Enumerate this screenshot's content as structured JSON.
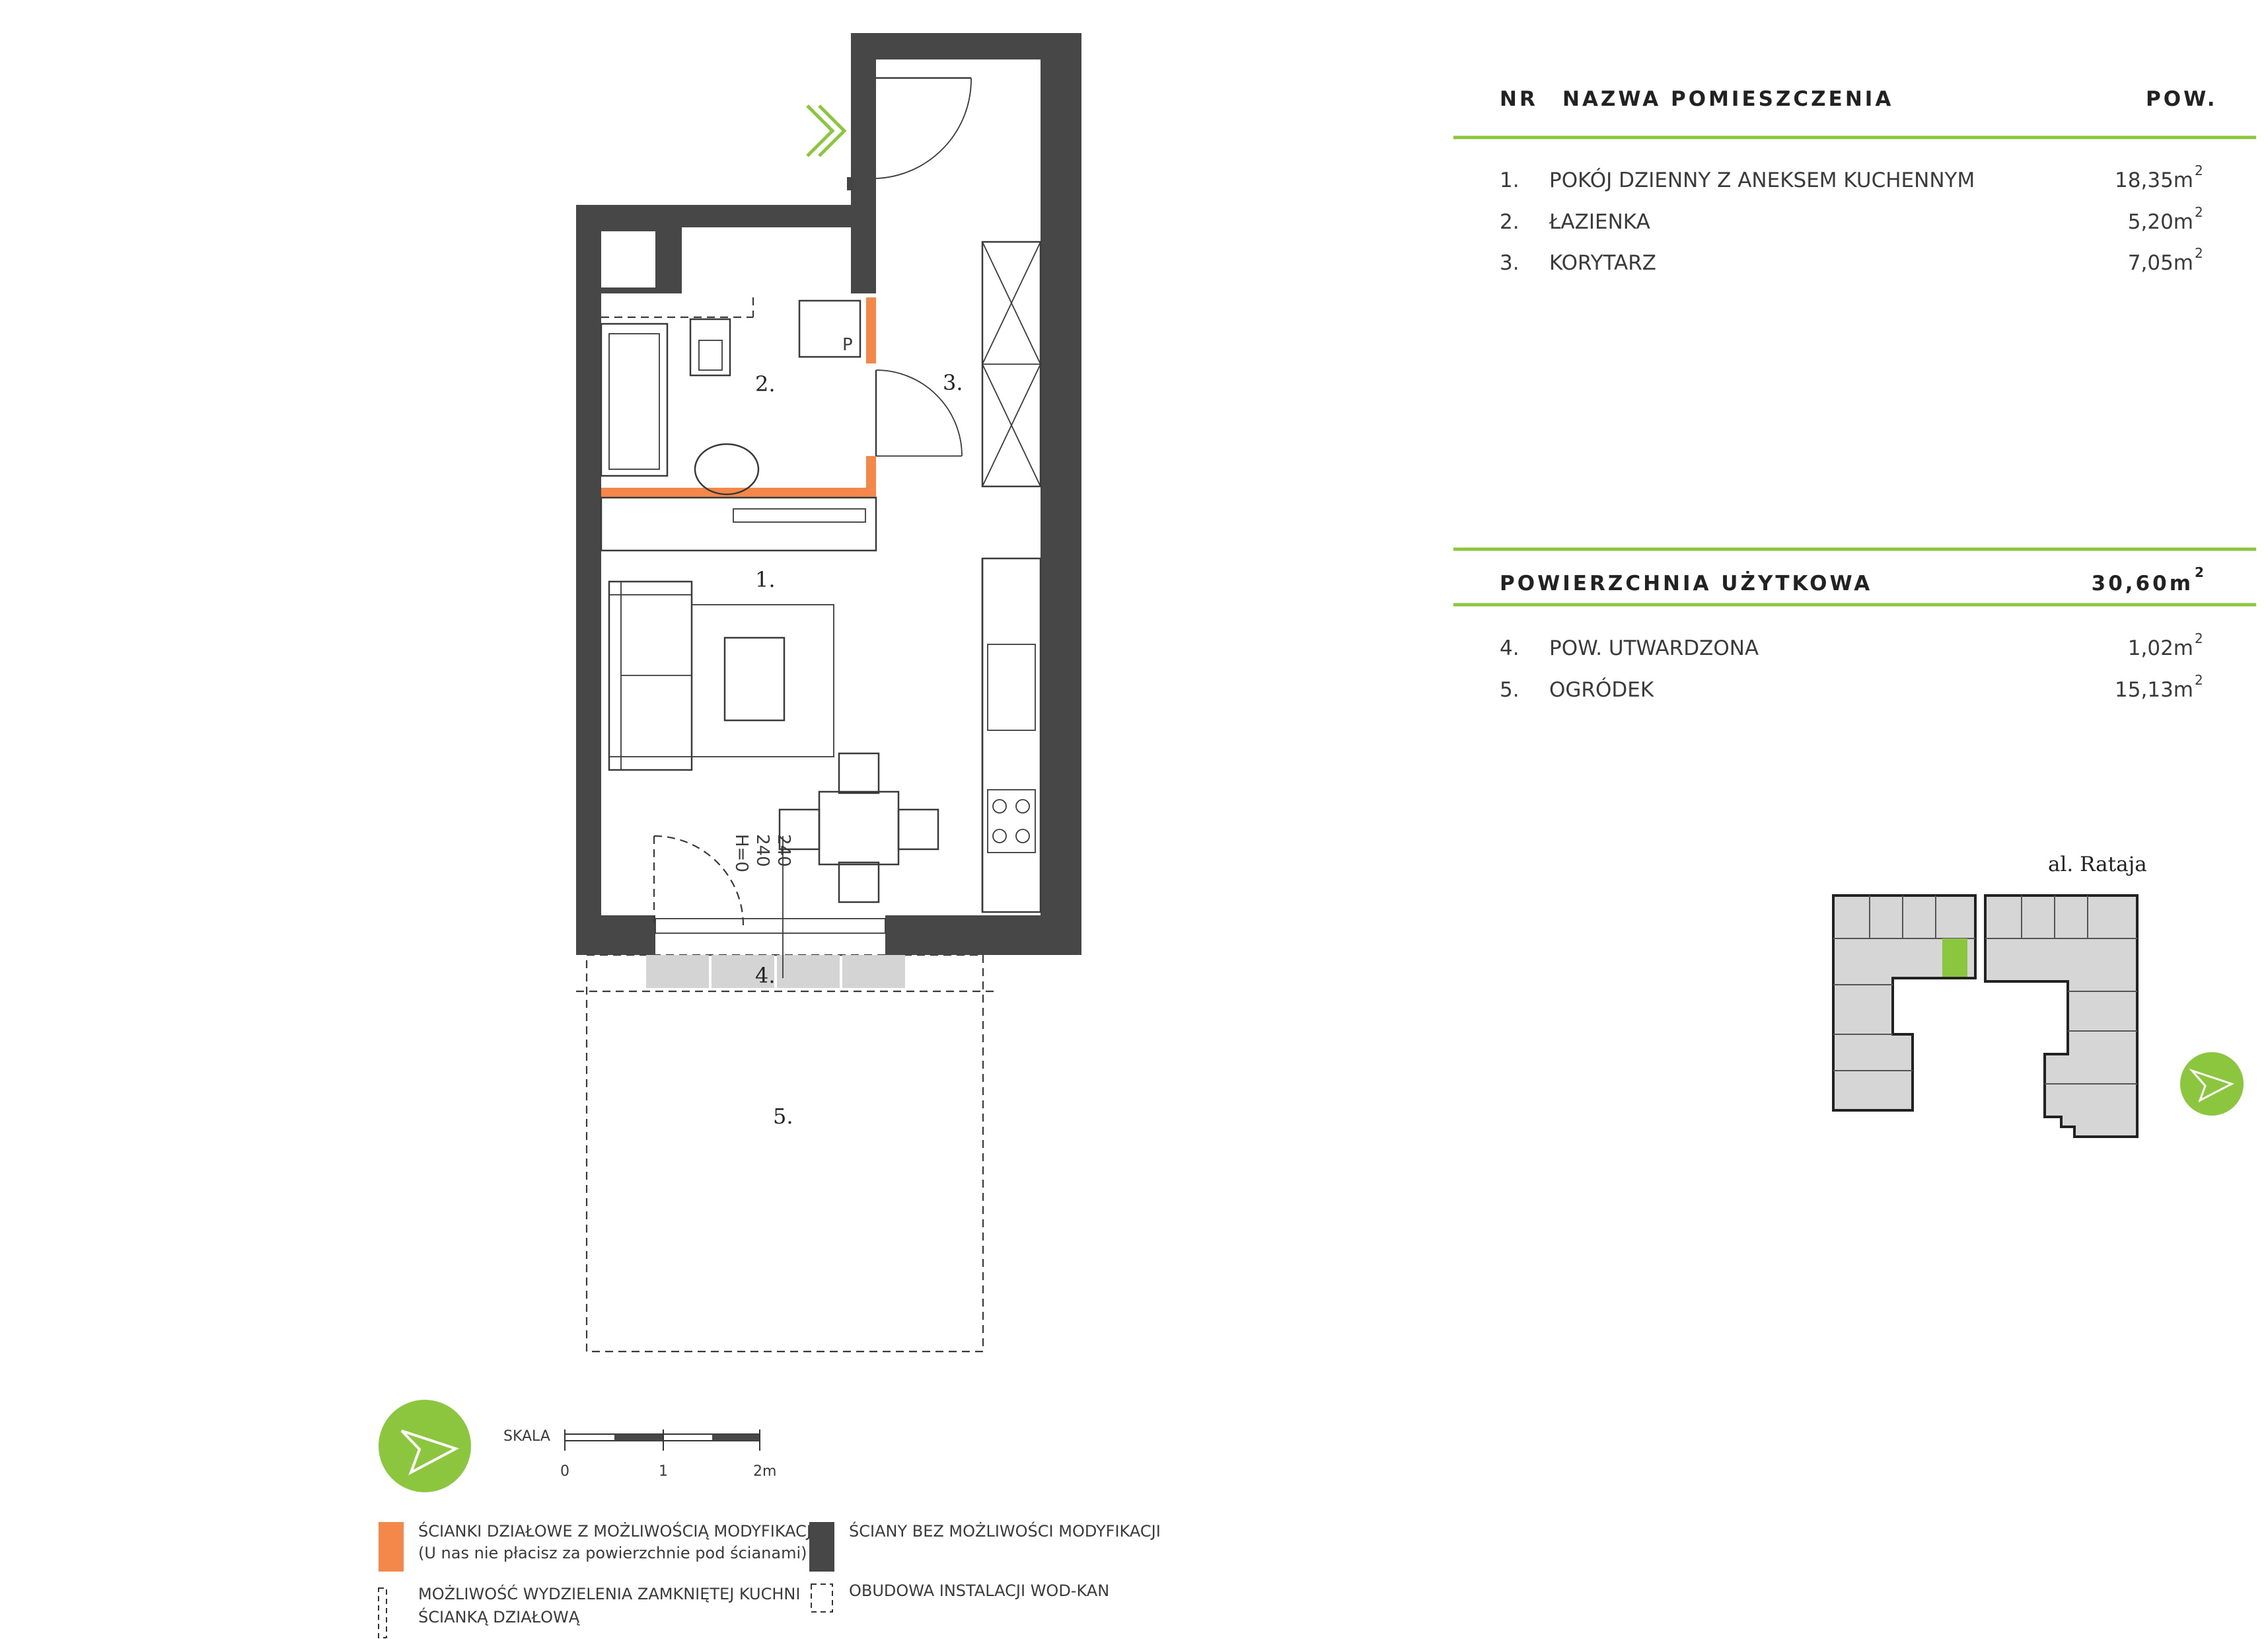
{
  "table": {
    "col_nr": "NR",
    "col_name": "NAZWA POMIESZCZENIA",
    "col_area": "POW.",
    "rooms": [
      {
        "nr": "1.",
        "name": "POKÓJ DZIENNY Z ANEKSEM KUCHENNYM",
        "area": "18,35m"
      },
      {
        "nr": "2.",
        "name": "ŁAZIENKA",
        "area": "5,20m"
      },
      {
        "nr": "3.",
        "name": "KORYTARZ",
        "area": "7,05m"
      }
    ],
    "total_label": "POWIERZCHNIA UŻYTKOWA",
    "total_area": "30,60m",
    "extras": [
      {
        "nr": "4.",
        "name": "POW. UTWARDZONA",
        "area": "1,02m"
      },
      {
        "nr": "5.",
        "name": "OGRÓDEK",
        "area": "15,13m"
      }
    ],
    "sup": "2"
  },
  "plan": {
    "room_labels": [
      "1.",
      "2.",
      "3.",
      "4.",
      "5."
    ],
    "p_label": "P",
    "dims": [
      "240",
      "240",
      "H=0"
    ]
  },
  "site": {
    "street": "al. Rataja"
  },
  "scale": {
    "label": "SKALA",
    "ticks": [
      "0",
      "1",
      "2m"
    ]
  },
  "legend": {
    "orange_1": "ŚCIANKI DZIAŁOWE Z MOŻLIWOŚCIĄ MODYFIKACJI",
    "orange_2": "(U nas nie płacisz za powierzchnie pod ścianami)",
    "dark": "ŚCIANY BEZ MOŻLIWOŚCI MODYFIKACJI",
    "kitchen_1": "MOŻLIWOŚĆ WYDZIELENIA ZAMKNIĘTEJ KUCHNI",
    "kitchen_2": "ŚCIANKĄ DZIAŁOWĄ",
    "install": "OBUDOWA INSTALACJI WOD-KAN"
  },
  "colors": {
    "accent_green": "#8cc63f",
    "orange_wall": "#f4884b",
    "dark_wall": "#474747"
  }
}
